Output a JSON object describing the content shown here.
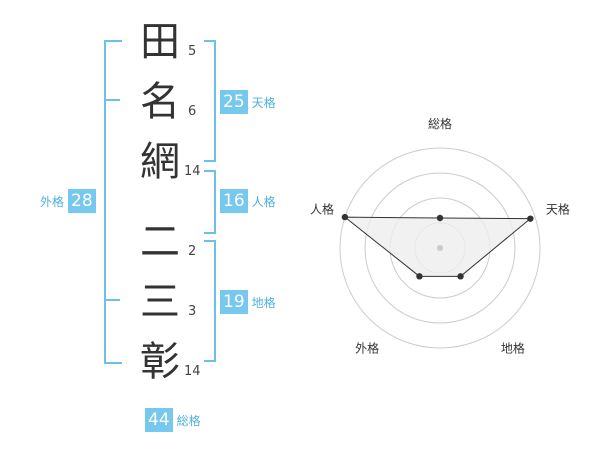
{
  "name": {
    "characters": [
      {
        "char": "田",
        "strokes": "5"
      },
      {
        "char": "名",
        "strokes": "6"
      },
      {
        "char": "網",
        "strokes": "14"
      },
      {
        "char": "二",
        "strokes": "2"
      },
      {
        "char": "三",
        "strokes": "3"
      },
      {
        "char": "彰",
        "strokes": "14"
      }
    ]
  },
  "kakusu": {
    "tenkaku": {
      "value": "25",
      "label": "天格"
    },
    "jinkaku": {
      "value": "16",
      "label": "人格"
    },
    "chikaku": {
      "value": "19",
      "label": "地格"
    },
    "gaikaku": {
      "value": "28",
      "label": "外格"
    },
    "soukaku": {
      "value": "44",
      "label": "総格"
    }
  },
  "chart_data": {
    "type": "radar",
    "axes": [
      "総格",
      "天格",
      "地格",
      "外格",
      "人格"
    ],
    "values": [
      0.3,
      0.95,
      0.35,
      0.35,
      1.0
    ],
    "max": 1.0,
    "rings": 4,
    "colors": {
      "fill": "#eeeeee",
      "line": "#333333",
      "ring": "#cccccc",
      "accent": "#77c8ee"
    }
  }
}
